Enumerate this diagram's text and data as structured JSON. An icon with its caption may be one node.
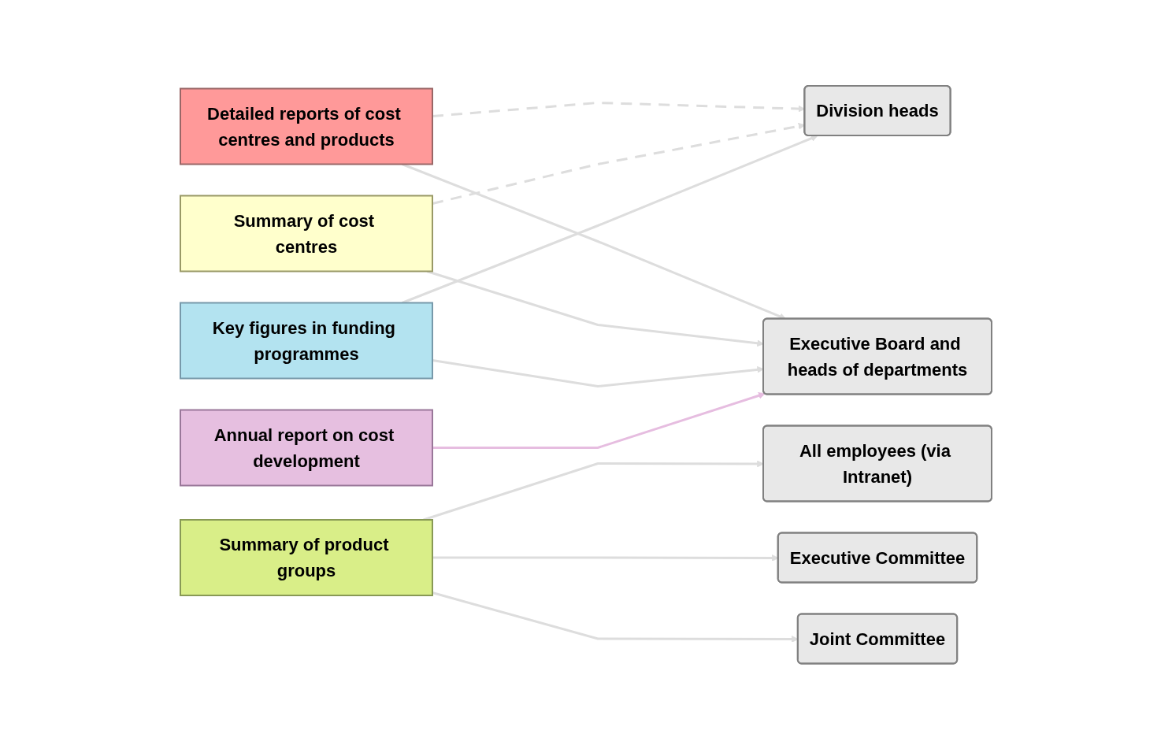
{
  "diagram": {
    "nodes": [
      {
        "text": [
          "Detailed reports of cost centres and products"
        ]
      },
      {
        "text": [
          "Summary of cost centres"
        ]
      },
      {
        "text": [
          "Summary of product groups"
        ]
      },
      {
        "text": [
          "Key figures in funding programmes"
        ]
      },
      {
        "text": [
          "Annual report on cost development"
        ]
      },
      {
        "text": [
          "All employees (via Intranet)"
        ]
      },
      {
        "text": [
          "Division heads"
        ]
      },
      {
        "text": [
          "Executive Board and heads of departments"
        ]
      },
      {
        "text": [
          "Executive Committee"
        ]
      },
      {
        "text": [
          "Joint Committee"
        ]
      }
    ],
    "edges": [
      {
        "from": 0,
        "to": 6,
        "arrow": "to",
        "style": "dashed"
      },
      {
        "from": 0,
        "to": 7,
        "arrow": "to"
      },
      {
        "from": 1,
        "to": 6,
        "arrow": "to",
        "style": "dashed"
      },
      {
        "from": 1,
        "to": 7,
        "arrow": "to"
      },
      {
        "from": 2,
        "to": 5,
        "arrow": "to"
      },
      {
        "from": 2,
        "to": 8,
        "arrow": "to"
      },
      {
        "from": 2,
        "to": 9,
        "arrow": "to"
      },
      {
        "from": 3,
        "to": 6,
        "arrow": "to"
      },
      {
        "from": 3,
        "to": 7,
        "arrow": "to"
      },
      {
        "from": 4,
        "to": 7,
        "arrow": "to",
        "color": "#e6bde0"
      }
    ]
  }
}
